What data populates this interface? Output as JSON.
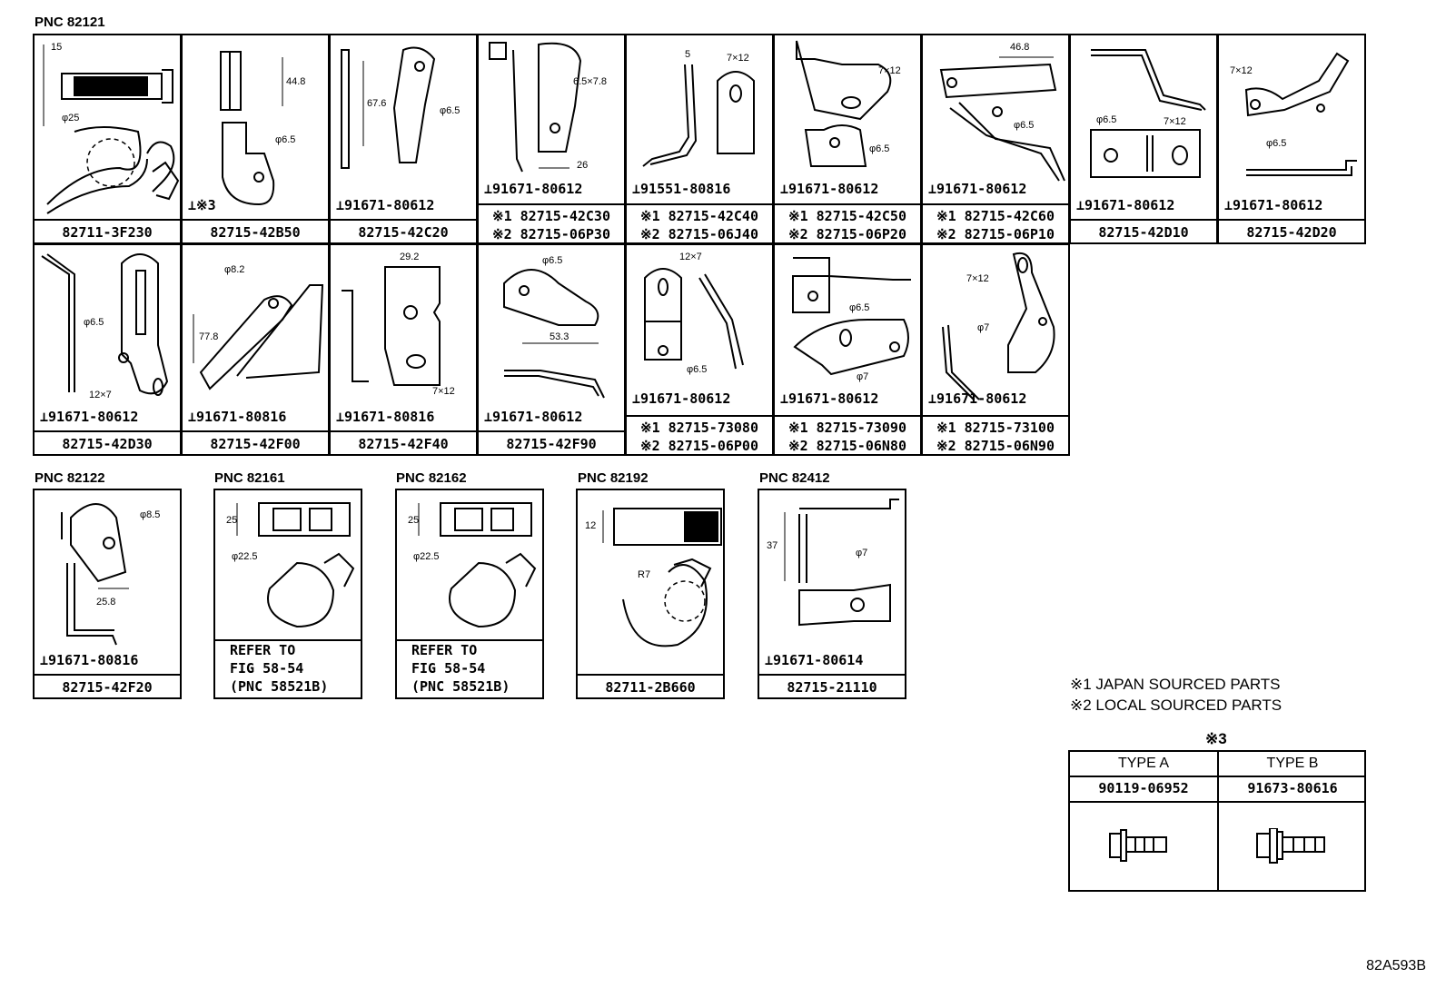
{
  "sections": {
    "pnc_82121": "PNC 82121",
    "pnc_82122": "PNC 82122",
    "pnc_82161": "PNC 82161",
    "pnc_82162": "PNC 82162",
    "pnc_82192": "PNC 82192",
    "pnc_82412": "PNC 82412"
  },
  "row1": [
    {
      "part": "82711-3F230",
      "dims": [
        "15",
        "φ25"
      ]
    },
    {
      "part": "82715-42B50",
      "bolt": "※3",
      "dims": [
        "44.8",
        "φ6.5"
      ]
    },
    {
      "part": "82715-42C20",
      "bolt": "91671-80612",
      "dims": [
        "67.6",
        "φ6.5"
      ]
    },
    {
      "part1": "※1 82715-42C30",
      "part2": "※2 82715-06P30",
      "bolt": "91671-80612",
      "dims": [
        "6.5×7.8",
        "26"
      ]
    },
    {
      "part1": "※1 82715-42C40",
      "part2": "※2 82715-06J40",
      "bolt": "91551-80816",
      "dims": [
        "5",
        "7×12"
      ]
    },
    {
      "part1": "※1 82715-42C50",
      "part2": "※2 82715-06P20",
      "bolt": "91671-80612",
      "dims": [
        "7×12",
        "φ6.5"
      ]
    },
    {
      "part1": "※1 82715-42C60",
      "part2": "※2 82715-06P10",
      "bolt": "91671-80612",
      "dims": [
        "46.8",
        "φ6.5"
      ]
    },
    {
      "part": "82715-42D10",
      "bolt": "91671-80612",
      "dims": [
        "φ6.5",
        "7×12"
      ]
    },
    {
      "part": "82715-42D20",
      "bolt": "91671-80612",
      "dims": [
        "7×12",
        "φ6.5"
      ]
    }
  ],
  "row2": [
    {
      "part": "82715-42D30",
      "bolt": "91671-80612",
      "dims": [
        "φ6.5",
        "12×7"
      ]
    },
    {
      "part": "82715-42F00",
      "bolt": "91671-80816",
      "dims": [
        "φ8.2",
        "77.8"
      ]
    },
    {
      "part": "82715-42F40",
      "bolt": "91671-80816",
      "dims": [
        "29.2",
        "7×12"
      ]
    },
    {
      "part": "82715-42F90",
      "bolt": "91671-80612",
      "dims": [
        "φ6.5",
        "53.3"
      ]
    },
    {
      "part1": "※1 82715-73080",
      "part2": "※2 82715-06P00",
      "bolt": "91671-80612",
      "dims": [
        "12×7",
        "φ6.5"
      ]
    },
    {
      "part1": "※1 82715-73090",
      "part2": "※2 82715-06N80",
      "bolt": "91671-80612",
      "dims": [
        "φ6.5",
        "φ7"
      ]
    },
    {
      "part1": "※1 82715-73100",
      "part2": "※2 82715-06N90",
      "bolt": "91671-80612",
      "dims": [
        "7×12",
        "φ7"
      ]
    }
  ],
  "row3": [
    {
      "part": "82715-42F20",
      "bolt": "91671-80816",
      "dims": [
        "φ8.5",
        "25.8"
      ]
    },
    {
      "refer": [
        "REFER TO",
        "FIG 58-54",
        "(PNC 58521B)"
      ],
      "dims": [
        "25",
        "φ22.5"
      ]
    },
    {
      "refer": [
        "REFER TO",
        "FIG 58-54",
        "(PNC 58521B)"
      ],
      "dims": [
        "25",
        "φ22.5"
      ]
    },
    {
      "part": "82711-2B660",
      "dims": [
        "12",
        "R7"
      ]
    },
    {
      "part": "82715-21110",
      "bolt": "91671-80614",
      "dims": [
        "37",
        "φ7"
      ]
    }
  ],
  "legend": {
    "note1": "※1 JAPAN SOURCED PARTS",
    "note2": "※2 LOCAL SOURCED PARTS",
    "title": "※3",
    "col_a": "TYPE A",
    "col_b": "TYPE B",
    "part_a": "90119-06952",
    "part_b": "91673-80616"
  },
  "diagram_code": "82A593B"
}
